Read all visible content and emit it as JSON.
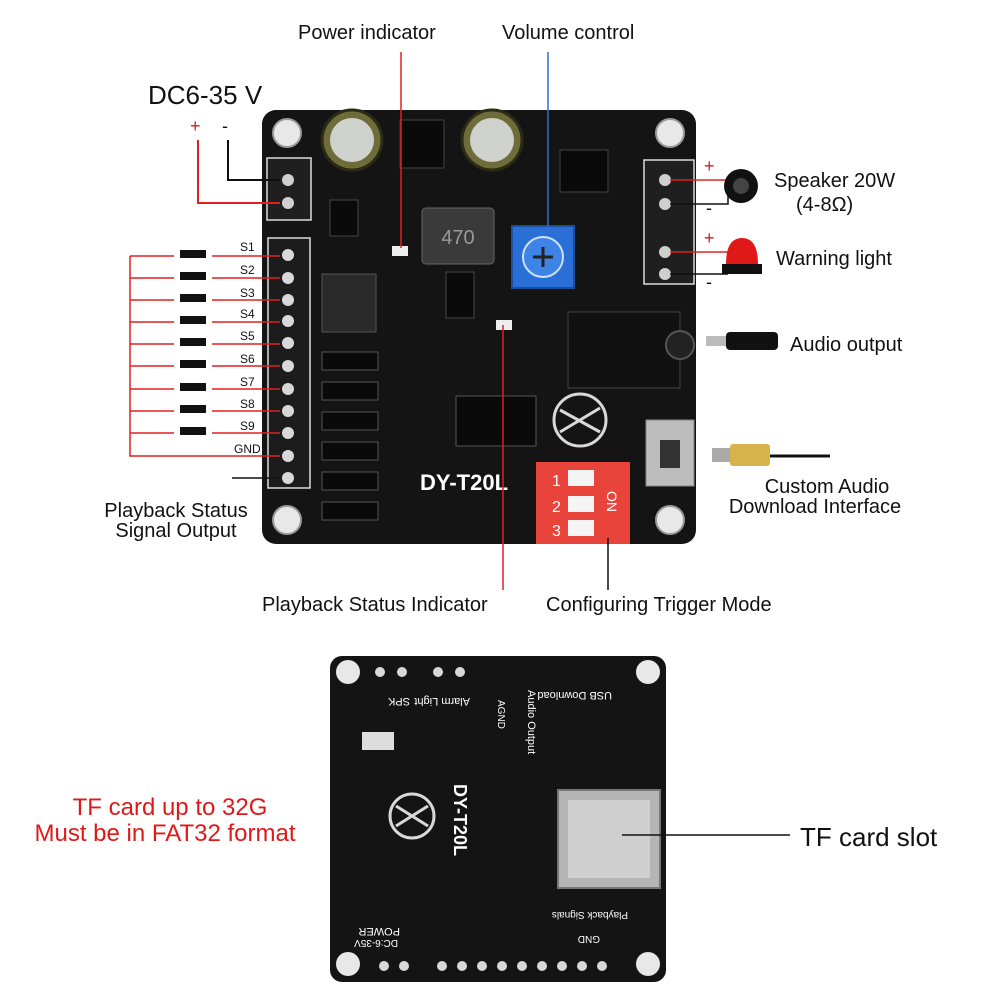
{
  "top_labels": {
    "power_indicator": "Power indicator",
    "volume_control": "Volume control",
    "dc_input": "DC6-35 V",
    "plus": "+",
    "minus": "-"
  },
  "right_labels": {
    "speaker_line1": "Speaker 20W",
    "speaker_line2": "(4-8Ω)",
    "warning_light": "Warning light",
    "audio_output": "Audio output",
    "custom_audio_line1": "Custom Audio",
    "custom_audio_line2": "Download Interface"
  },
  "left_labels": {
    "playback_status_line1": "Playback Status",
    "playback_status_line2": "Signal Output",
    "pins": [
      "S1",
      "S2",
      "S3",
      "S4",
      "S5",
      "S6",
      "S7",
      "S8",
      "S9",
      "GND"
    ]
  },
  "bottom_labels": {
    "playback_indicator": "Playback Status Indicator",
    "trigger_mode": "Configuring Trigger Mode",
    "tf_note_line1": "TF card up to 32G",
    "tf_note_line2": "Must be in FAT32 format",
    "tf_slot": "TF card slot"
  },
  "board_front": {
    "model": "DY-T20L",
    "inductor": "470",
    "dip_numbers": [
      "1",
      "2",
      "3"
    ],
    "dip_on": "ON"
  },
  "board_back": {
    "model": "DY-T20L",
    "silk": [
      "SPK",
      "Alarm Light",
      "AGND",
      "Audio Output",
      "USB Download",
      "POWER",
      "DC:6-35V",
      "Playback Signals",
      "GND"
    ]
  },
  "colors": {
    "board": "#141414",
    "wire_red": "#e02020",
    "dip_red": "#e8443c",
    "pot_blue": "#2a6fd6",
    "text_red": "#e01818"
  }
}
